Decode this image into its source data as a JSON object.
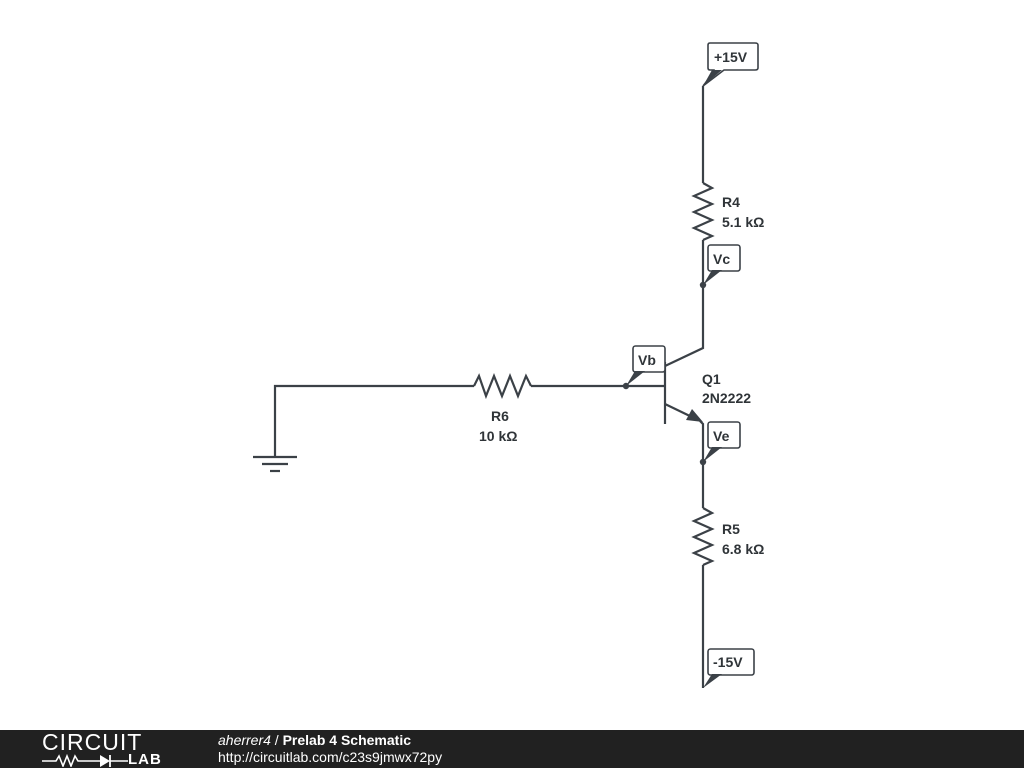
{
  "schematic": {
    "components": [
      {
        "id": "R4",
        "name": "R4",
        "value": "5.1 kΩ"
      },
      {
        "id": "R5",
        "name": "R5",
        "value": "6.8 kΩ"
      },
      {
        "id": "R6",
        "name": "R6",
        "value": "10 kΩ"
      },
      {
        "id": "Q1",
        "name": "Q1",
        "value": "2N2222"
      }
    ],
    "flags": {
      "vplus": "+15V",
      "vminus": "-15V",
      "vc": "Vc",
      "vb": "Vb",
      "ve": "Ve"
    },
    "colors": {
      "wire": "#3b4147",
      "footer_bg": "#212121"
    }
  },
  "footer": {
    "logo_top": "CIRCUIT",
    "logo_bottom": "LAB",
    "author": "aherrer4",
    "separator": " / ",
    "title": "Prelab 4 Schematic",
    "url": "http://circuitlab.com/c23s9jmwx72py"
  }
}
